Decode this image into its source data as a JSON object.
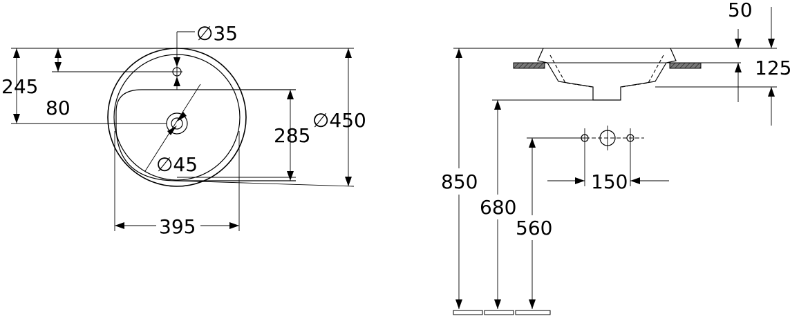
{
  "top_view": {
    "tap_hole_diameter": "∅35",
    "dim_245": "245",
    "dim_80": "80",
    "dim_285": "285",
    "outer_diameter": "∅450",
    "drain_diameter": "∅45",
    "dim_395": "395"
  },
  "side_view": {
    "dim_50": "50",
    "dim_125": "125",
    "dim_850": "850",
    "dim_680": "680",
    "dim_560": "560",
    "dim_150": "150"
  }
}
